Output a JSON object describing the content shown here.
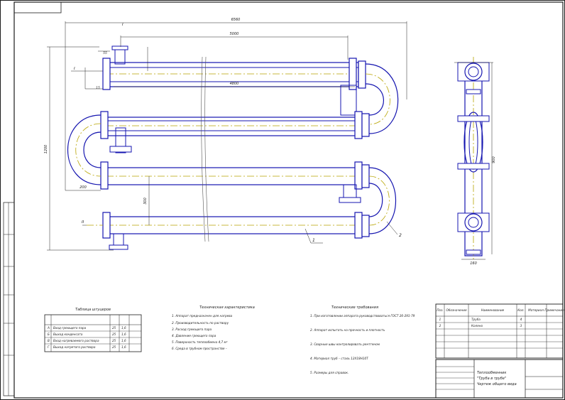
{
  "title_block": {
    "stamp": "",
    "title_lines": [
      "Теплообменник",
      "\"Труба в трубе\"",
      "Чертеж общего вида"
    ],
    "sheet_label": "",
    "sheet_count": ""
  },
  "dimensions": {
    "overall_length": "6560",
    "tube_length": "5000",
    "inner_length": "4800",
    "height": "1200",
    "pitch_bottom": "300",
    "left_offset": "200",
    "side_height": "900",
    "side_width": "160",
    "flange_small": "55",
    "flange_dim": "15",
    "inlet_label_a": "I",
    "inlet_label_b": "II"
  },
  "callouts": [
    "1",
    "2"
  ],
  "tables": {
    "connections_title": "Таблица штуцеров",
    "tech_char_title": "Техническая характеристика",
    "tech_req_title": "Технические требования",
    "connections_rows": [
      {
        "id": "А",
        "name": "Вход греющего пара",
        "dn": "25",
        "pn": "1,6"
      },
      {
        "id": "Б",
        "name": "Выход конденсата",
        "dn": "25",
        "pn": "1,6"
      },
      {
        "id": "В",
        "name": "Вход нагреваемого раствора",
        "dn": "25",
        "pn": "1,6"
      },
      {
        "id": "Г",
        "name": "Выход нагретого раствора",
        "dn": "25",
        "pn": "1,6"
      }
    ]
  },
  "tech_characteristics": [
    "1. Аппарат предназначен для нагрева",
    "2. Производительность по раствору",
    "3. Расход греющего пара",
    "4. Давление греющего пара",
    "5. Поверхность теплообмена 4,7 м²",
    "6. Среда в трубном пространстве –"
  ],
  "tech_requirements": [
    "1. При изготовлении аппарата руководствоваться ГОСТ 26-291-79",
    "2. Аппарат испытать на прочность и плотность",
    "3. Сварные швы контролировать рентгеном",
    "4. Материал труб – сталь 12Х18Н10Т",
    "5. Размеры для справок."
  ],
  "spec_table": {
    "headers": [
      "Поз.",
      "Обозначение",
      "Наименование",
      "Кол.",
      "Материал",
      "Примечание"
    ],
    "rows": [
      {
        "pos": "1",
        "name": "Труба",
        "qty": "4"
      },
      {
        "pos": "2",
        "name": "Колено",
        "qty": "3"
      }
    ]
  }
}
